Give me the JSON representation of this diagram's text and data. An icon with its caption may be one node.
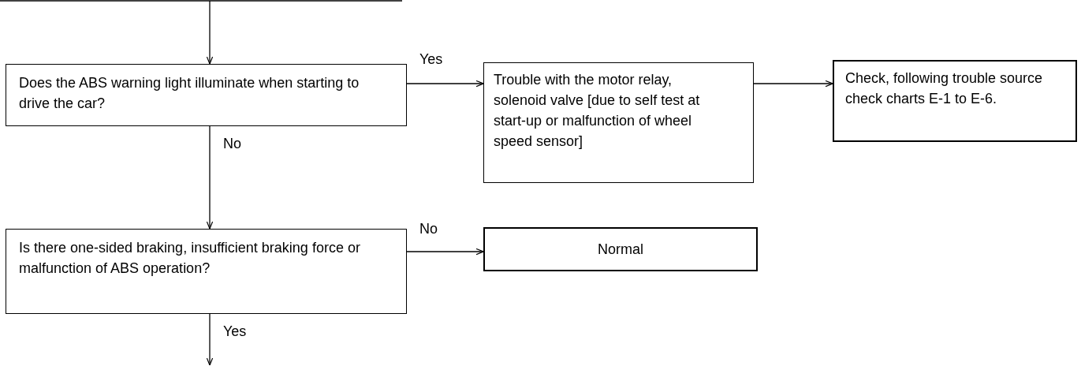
{
  "diagram": {
    "nodes": [
      {
        "text": [
          "Does the ABS warning light illuminate when starting to drive the car?"
        ]
      },
      {
        "text": [
          "Trouble with the motor relay, solenoid valve [due to self test at start-up or malfunction of wheel speed sensor]"
        ]
      },
      {
        "text": [
          "Check, following trouble source check charts E-1 to E-6."
        ]
      },
      {
        "text": [
          "Is there one-sided braking, insufficient braking force or malfunction of ABS operation?"
        ]
      },
      {
        "text": [
          "Normal"
        ]
      }
    ],
    "edges": [
      {
        "from": null,
        "to": 0,
        "arrow": "to"
      },
      {
        "from": 0,
        "to": 1,
        "arrow": "to",
        "label": "Yes"
      },
      {
        "from": 1,
        "to": 2,
        "arrow": "to"
      },
      {
        "from": 0,
        "to": 3,
        "arrow": "to",
        "label": "No"
      },
      {
        "from": 3,
        "to": 4,
        "arrow": "to",
        "label": "No"
      },
      {
        "from": 3,
        "to": null,
        "arrow": "to",
        "label": "Yes"
      }
    ]
  }
}
